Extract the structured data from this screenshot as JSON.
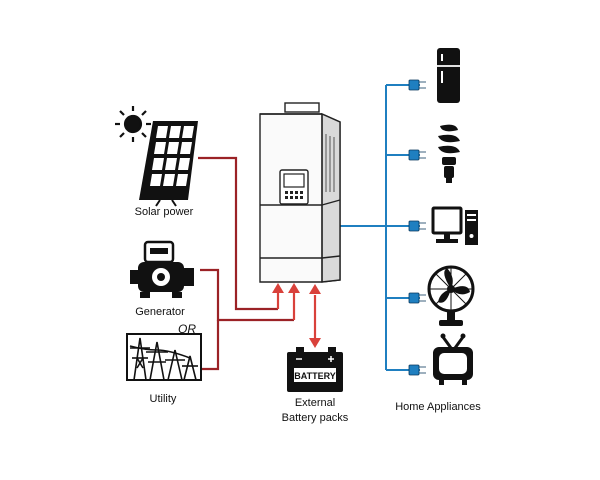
{
  "labels": {
    "solar": "Solar power",
    "generator": "Generator",
    "or": "OR",
    "utility": "Utility",
    "battery_line1": "External",
    "battery_line2": "Battery packs",
    "battery_box": "BATTERY",
    "appliances": "Home Appliances"
  },
  "colors": {
    "input_line": "#9b2226",
    "arrow": "#d9413b",
    "output_line": "#1f7fc0",
    "ink": "#111111"
  },
  "icons": {
    "solar": "solar-panel-icon",
    "sun": "sun-icon",
    "generator": "generator-icon",
    "utility": "power-tower-icon",
    "inverter": "inverter-icon",
    "battery": "battery-icon",
    "appliances": [
      "refrigerator-icon",
      "light-bulb-icon",
      "computer-icon",
      "fan-icon",
      "tv-icon"
    ]
  }
}
